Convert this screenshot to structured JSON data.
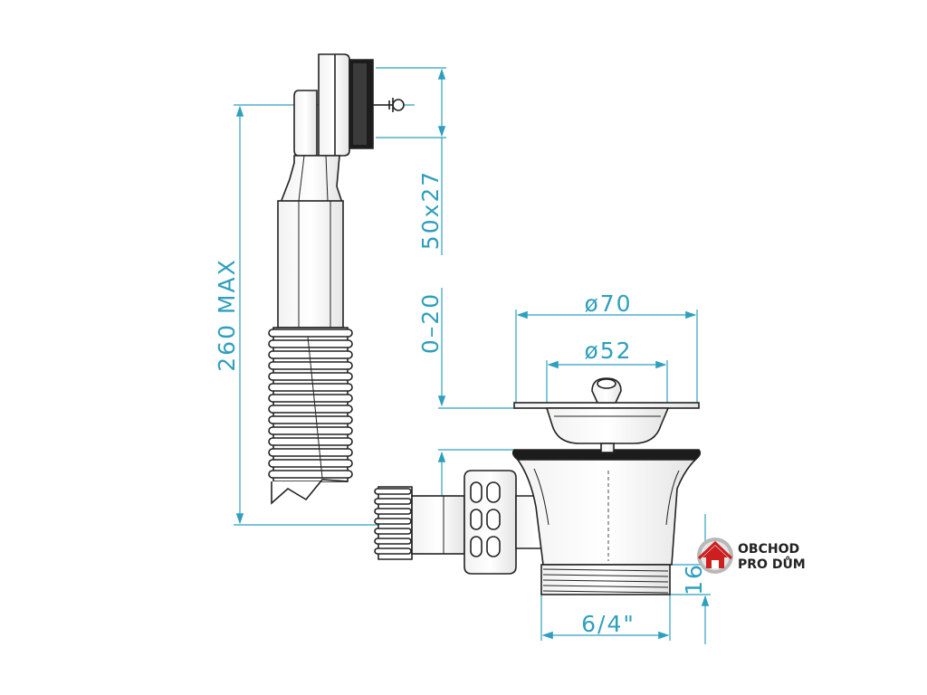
{
  "diagram": {
    "dimensions": {
      "overall_height": "260 MAX",
      "overflow_size": "50x27",
      "adjust_range": "0–20",
      "outer_diameter": "ø70",
      "inner_diameter": "ø52",
      "thread_size": "6/4\"",
      "thread_length": "16"
    },
    "colors": {
      "dimension_lines": "#2f9fbe",
      "part_outline": "#222222",
      "logo_house": "#cc1f1f"
    }
  },
  "logo": {
    "line1": "OBCHOD",
    "line2": "PRO DŮM",
    "icon": "house-icon"
  }
}
